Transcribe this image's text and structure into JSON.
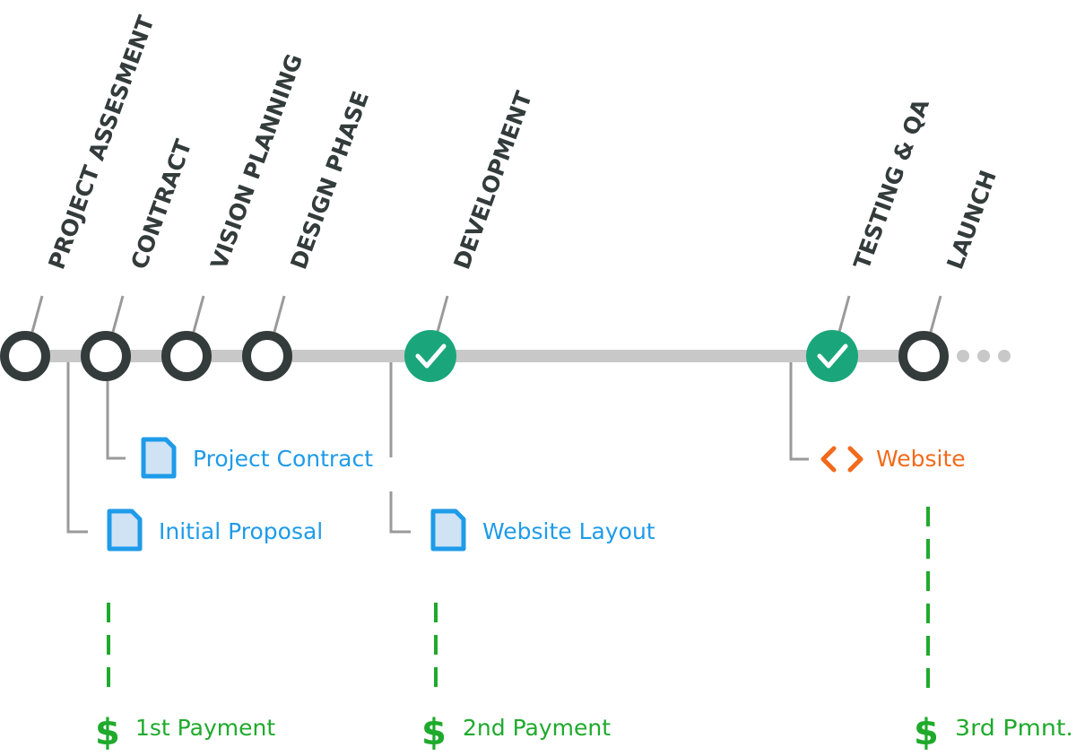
{
  "colors": {
    "dark": "#333b3b",
    "track": "#c8c8c8",
    "connector": "#9a9a9a",
    "complete": "#1aa67a",
    "document": "#1e9be9",
    "document_fill": "#cfe3f5",
    "code": "#f26a1b",
    "payment": "#1faa2c"
  },
  "milestones": [
    {
      "label": "PROJECT ASSESMENT",
      "status": "pending",
      "icon": "open-circle-icon"
    },
    {
      "label": "CONTRACT",
      "status": "pending",
      "icon": "open-circle-icon"
    },
    {
      "label": "VISION PLANNING",
      "status": "pending",
      "icon": "open-circle-icon"
    },
    {
      "label": "DESIGN PHASE",
      "status": "pending",
      "icon": "open-circle-icon"
    },
    {
      "label": "DEVELOPMENT",
      "status": "complete",
      "icon": "check-circle-icon"
    },
    {
      "label": "TESTING & QA",
      "status": "complete",
      "icon": "check-circle-icon"
    },
    {
      "label": "LAUNCH",
      "status": "pending",
      "icon": "open-circle-icon"
    }
  ],
  "continuation_icon": "ellipsis-icon",
  "deliverables": [
    {
      "label": "Project Contract",
      "icon": "document-icon"
    },
    {
      "label": "Initial Proposal",
      "icon": "document-icon"
    },
    {
      "label": "Website Layout",
      "icon": "document-icon"
    },
    {
      "label": "Website",
      "icon": "code-brackets-icon"
    }
  ],
  "payments": [
    {
      "label": "1st Payment",
      "symbol": "$",
      "icon": "dollar-icon"
    },
    {
      "label": "2nd Payment",
      "symbol": "$",
      "icon": "dollar-icon"
    },
    {
      "label": "3rd Pmnt.",
      "symbol": "$",
      "icon": "dollar-icon"
    }
  ]
}
